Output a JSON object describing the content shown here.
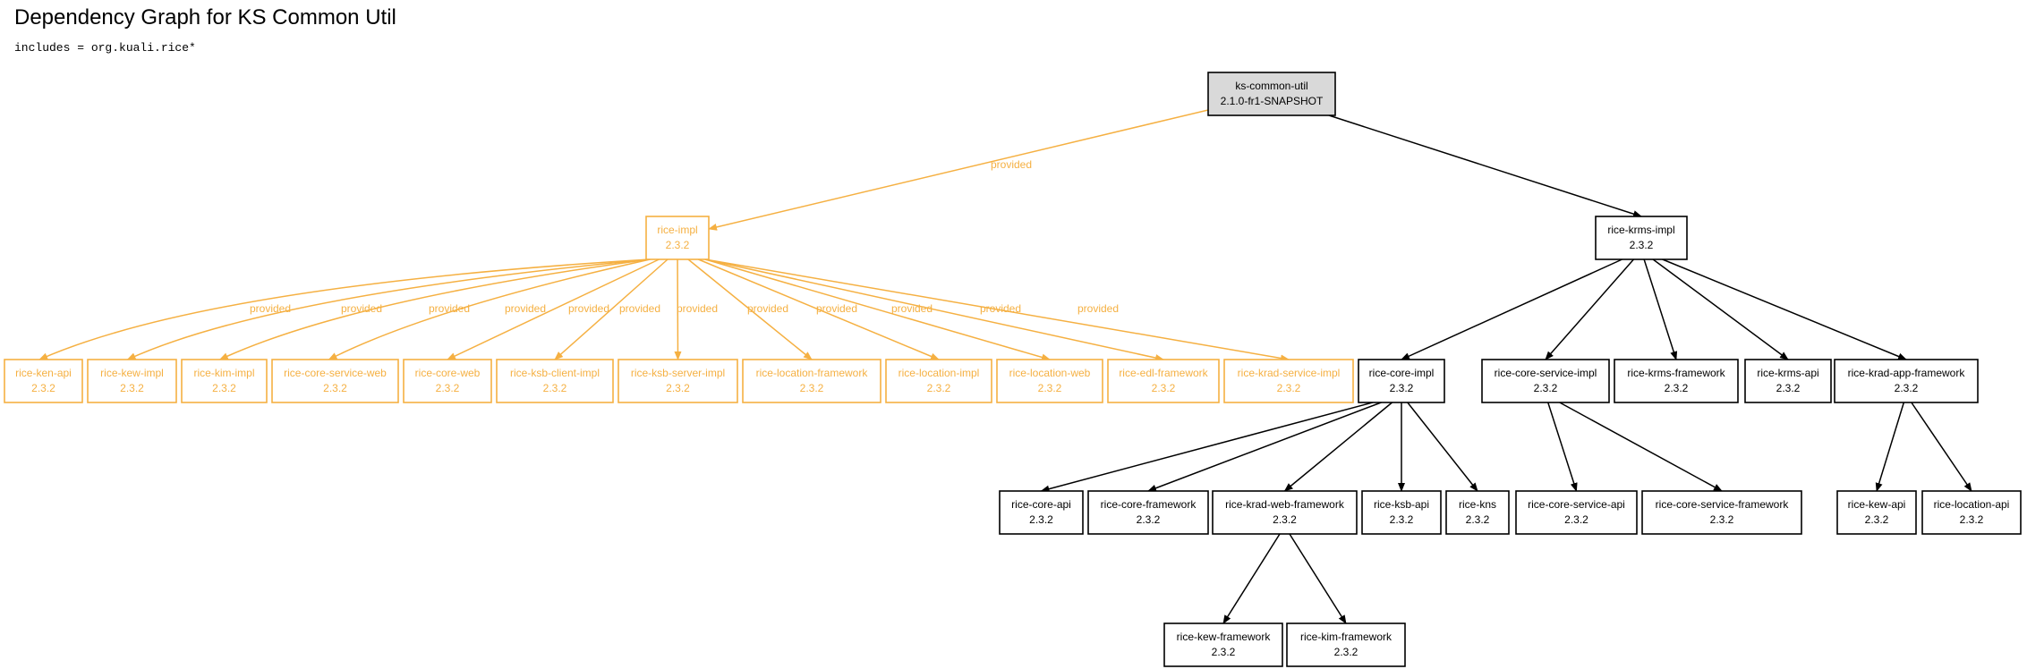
{
  "header": {
    "title": "Dependency Graph for KS Common Util",
    "subtitle": "includes = org.kuali.rice*"
  },
  "colors": {
    "provided": "#f5b042",
    "normal": "#000000",
    "root_fill": "#d9d9d9"
  },
  "graph": {
    "nodes": [
      {
        "id": "ks-common-util",
        "name": "ks-common-util",
        "version": "2.1.0-fr1-SNAPSHOT",
        "kind": "root"
      },
      {
        "id": "rice-impl",
        "name": "rice-impl",
        "version": "2.3.2",
        "kind": "provided"
      },
      {
        "id": "rice-krms-impl",
        "name": "rice-krms-impl",
        "version": "2.3.2",
        "kind": "normal"
      },
      {
        "id": "rice-ken-api",
        "name": "rice-ken-api",
        "version": "2.3.2",
        "kind": "provided"
      },
      {
        "id": "rice-kew-impl",
        "name": "rice-kew-impl",
        "version": "2.3.2",
        "kind": "provided"
      },
      {
        "id": "rice-kim-impl",
        "name": "rice-kim-impl",
        "version": "2.3.2",
        "kind": "provided"
      },
      {
        "id": "rice-core-service-web",
        "name": "rice-core-service-web",
        "version": "2.3.2",
        "kind": "provided"
      },
      {
        "id": "rice-core-web",
        "name": "rice-core-web",
        "version": "2.3.2",
        "kind": "provided"
      },
      {
        "id": "rice-ksb-client-impl",
        "name": "rice-ksb-client-impl",
        "version": "2.3.2",
        "kind": "provided"
      },
      {
        "id": "rice-ksb-server-impl",
        "name": "rice-ksb-server-impl",
        "version": "2.3.2",
        "kind": "provided"
      },
      {
        "id": "rice-location-framework",
        "name": "rice-location-framework",
        "version": "2.3.2",
        "kind": "provided"
      },
      {
        "id": "rice-location-impl",
        "name": "rice-location-impl",
        "version": "2.3.2",
        "kind": "provided"
      },
      {
        "id": "rice-location-web",
        "name": "rice-location-web",
        "version": "2.3.2",
        "kind": "provided"
      },
      {
        "id": "rice-edl-framework",
        "name": "rice-edl-framework",
        "version": "2.3.2",
        "kind": "provided"
      },
      {
        "id": "rice-krad-service-impl",
        "name": "rice-krad-service-impl",
        "version": "2.3.2",
        "kind": "provided"
      },
      {
        "id": "rice-core-impl",
        "name": "rice-core-impl",
        "version": "2.3.2",
        "kind": "normal"
      },
      {
        "id": "rice-core-service-impl",
        "name": "rice-core-service-impl",
        "version": "2.3.2",
        "kind": "normal"
      },
      {
        "id": "rice-krms-framework",
        "name": "rice-krms-framework",
        "version": "2.3.2",
        "kind": "normal"
      },
      {
        "id": "rice-krms-api",
        "name": "rice-krms-api",
        "version": "2.3.2",
        "kind": "normal"
      },
      {
        "id": "rice-krad-app-framework",
        "name": "rice-krad-app-framework",
        "version": "2.3.2",
        "kind": "normal"
      },
      {
        "id": "rice-core-api",
        "name": "rice-core-api",
        "version": "2.3.2",
        "kind": "normal"
      },
      {
        "id": "rice-core-framework",
        "name": "rice-core-framework",
        "version": "2.3.2",
        "kind": "normal"
      },
      {
        "id": "rice-krad-web-framework",
        "name": "rice-krad-web-framework",
        "version": "2.3.2",
        "kind": "normal"
      },
      {
        "id": "rice-ksb-api",
        "name": "rice-ksb-api",
        "version": "2.3.2",
        "kind": "normal"
      },
      {
        "id": "rice-kns",
        "name": "rice-kns",
        "version": "2.3.2",
        "kind": "normal"
      },
      {
        "id": "rice-core-service-api",
        "name": "rice-core-service-api",
        "version": "2.3.2",
        "kind": "normal"
      },
      {
        "id": "rice-core-service-framework",
        "name": "rice-core-service-framework",
        "version": "2.3.2",
        "kind": "normal"
      },
      {
        "id": "rice-kew-api",
        "name": "rice-kew-api",
        "version": "2.3.2",
        "kind": "normal"
      },
      {
        "id": "rice-location-api",
        "name": "rice-location-api",
        "version": "2.3.2",
        "kind": "normal"
      },
      {
        "id": "rice-kew-framework",
        "name": "rice-kew-framework",
        "version": "2.3.2",
        "kind": "normal"
      },
      {
        "id": "rice-kim-framework",
        "name": "rice-kim-framework",
        "version": "2.3.2",
        "kind": "normal"
      }
    ],
    "edges": [
      {
        "from": "ks-common-util",
        "to": "rice-impl",
        "label": "provided",
        "kind": "provided"
      },
      {
        "from": "ks-common-util",
        "to": "rice-krms-impl",
        "label": "",
        "kind": "normal"
      },
      {
        "from": "rice-impl",
        "to": "rice-ken-api",
        "label": "provided",
        "kind": "provided"
      },
      {
        "from": "rice-impl",
        "to": "rice-kew-impl",
        "label": "provided",
        "kind": "provided"
      },
      {
        "from": "rice-impl",
        "to": "rice-kim-impl",
        "label": "provided",
        "kind": "provided"
      },
      {
        "from": "rice-impl",
        "to": "rice-core-service-web",
        "label": "provided",
        "kind": "provided"
      },
      {
        "from": "rice-impl",
        "to": "rice-core-web",
        "label": "provided",
        "kind": "provided"
      },
      {
        "from": "rice-impl",
        "to": "rice-ksb-client-impl",
        "label": "provided",
        "kind": "provided"
      },
      {
        "from": "rice-impl",
        "to": "rice-ksb-server-impl",
        "label": "provided",
        "kind": "provided"
      },
      {
        "from": "rice-impl",
        "to": "rice-location-framework",
        "label": "provided",
        "kind": "provided"
      },
      {
        "from": "rice-impl",
        "to": "rice-location-impl",
        "label": "provided",
        "kind": "provided"
      },
      {
        "from": "rice-impl",
        "to": "rice-location-web",
        "label": "provided",
        "kind": "provided"
      },
      {
        "from": "rice-impl",
        "to": "rice-edl-framework",
        "label": "provided",
        "kind": "provided"
      },
      {
        "from": "rice-impl",
        "to": "rice-krad-service-impl",
        "label": "provided",
        "kind": "provided"
      },
      {
        "from": "rice-krms-impl",
        "to": "rice-core-impl",
        "label": "",
        "kind": "normal"
      },
      {
        "from": "rice-krms-impl",
        "to": "rice-core-service-impl",
        "label": "",
        "kind": "normal"
      },
      {
        "from": "rice-krms-impl",
        "to": "rice-krms-framework",
        "label": "",
        "kind": "normal"
      },
      {
        "from": "rice-krms-impl",
        "to": "rice-krms-api",
        "label": "",
        "kind": "normal"
      },
      {
        "from": "rice-krms-impl",
        "to": "rice-krad-app-framework",
        "label": "",
        "kind": "normal"
      },
      {
        "from": "rice-core-impl",
        "to": "rice-core-api",
        "label": "",
        "kind": "normal"
      },
      {
        "from": "rice-core-impl",
        "to": "rice-core-framework",
        "label": "",
        "kind": "normal"
      },
      {
        "from": "rice-core-impl",
        "to": "rice-krad-web-framework",
        "label": "",
        "kind": "normal"
      },
      {
        "from": "rice-core-impl",
        "to": "rice-ksb-api",
        "label": "",
        "kind": "normal"
      },
      {
        "from": "rice-core-impl",
        "to": "rice-kns",
        "label": "",
        "kind": "normal"
      },
      {
        "from": "rice-core-service-impl",
        "to": "rice-core-service-api",
        "label": "",
        "kind": "normal"
      },
      {
        "from": "rice-core-service-impl",
        "to": "rice-core-service-framework",
        "label": "",
        "kind": "normal"
      },
      {
        "from": "rice-krad-app-framework",
        "to": "rice-kew-api",
        "label": "",
        "kind": "normal"
      },
      {
        "from": "rice-krad-app-framework",
        "to": "rice-location-api",
        "label": "",
        "kind": "normal"
      },
      {
        "from": "rice-krad-web-framework",
        "to": "rice-kew-framework",
        "label": "",
        "kind": "normal"
      },
      {
        "from": "rice-krad-web-framework",
        "to": "rice-kim-framework",
        "label": "",
        "kind": "normal"
      }
    ]
  }
}
